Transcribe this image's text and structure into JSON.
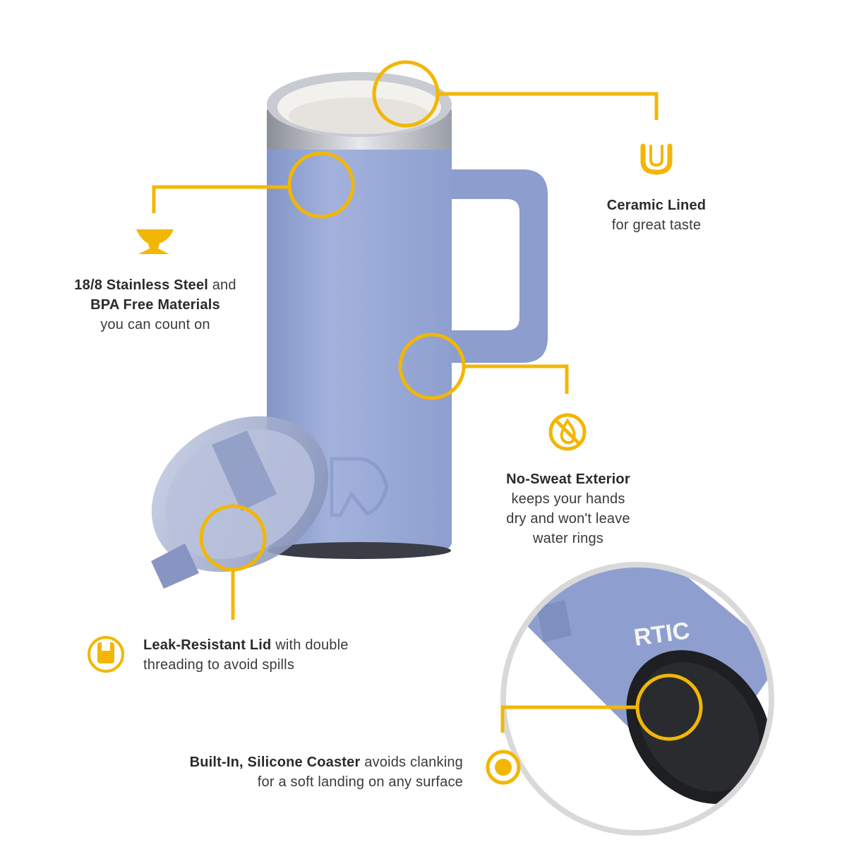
{
  "colors": {
    "accent": "#F2B705",
    "mug_body": "#9AAAD6",
    "mug_shadow": "#7E8FC0",
    "rim_steel": "#B9BDC4",
    "coaster": "#1E1F22",
    "ring": "#D9D9D9"
  },
  "product": {
    "mug_icon": "bear-logo-icon",
    "brand_logo_text": "RTIC"
  },
  "callouts": {
    "ceramic": {
      "icon": "u-shape-icon",
      "title": "Ceramic Lined",
      "line1": "for great taste"
    },
    "steel": {
      "icon": "anvil-icon",
      "title1": "18/8 Stainless Steel",
      "mid1": " and",
      "title2": "BPA Free Materials",
      "line1": "you can count on"
    },
    "sweat": {
      "icon": "no-water-drop-icon",
      "title": "No-Sweat Exterior",
      "line1": "keeps your hands",
      "line2": "dry and won't leave",
      "line3": "water rings"
    },
    "lid": {
      "icon": "lid-icon",
      "title": "Leak-Resistant Lid",
      "rest1": " with double",
      "line2": "threading to avoid spills"
    },
    "coaster": {
      "icon": "coaster-dot-icon",
      "title": "Built-In, Silicone Coaster",
      "rest1": " avoids clanking",
      "line2": "for a soft landing on any surface"
    }
  }
}
